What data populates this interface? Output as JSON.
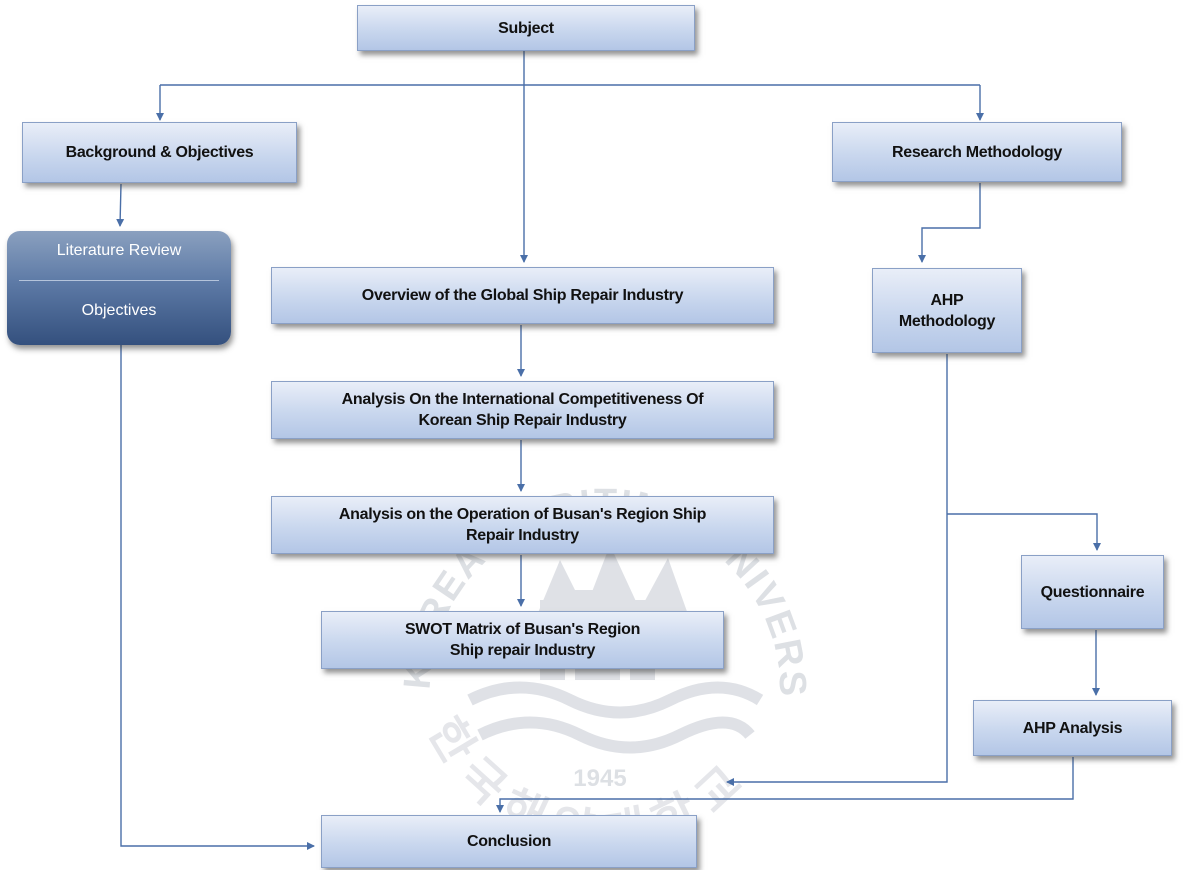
{
  "nodes": {
    "subject": "Subject",
    "background": "Background & Objectives",
    "research_methodology": "Research  Methodology",
    "literature_review": "Literature Review",
    "objectives": "Objectives",
    "overview": "Overview of the Global Ship Repair Industry",
    "analysis_intl": "Analysis On the International Competitiveness Of\nKorean  Ship Repair Industry",
    "analysis_busan": "Analysis on the Operation of Busan's Region  Ship\nRepair Industry",
    "swot": "SWOT Matrix of Busan's Region\nShip repair Industry",
    "conclusion": "Conclusion",
    "ahp_methodology": "AHP\nMethodology",
    "questionnaire": "Questionnaire",
    "ahp_analysis": "AHP Analysis"
  },
  "watermark": {
    "arc_text": "KOREA MARITIME UNIVERSITY",
    "year": "1945",
    "korean_text": "한국해양대학교"
  },
  "colors": {
    "box_border": "#8aa0c6",
    "connector": "#4a6fa8",
    "literature_fill": "#4c6894",
    "watermark": "#b9bec8"
  }
}
